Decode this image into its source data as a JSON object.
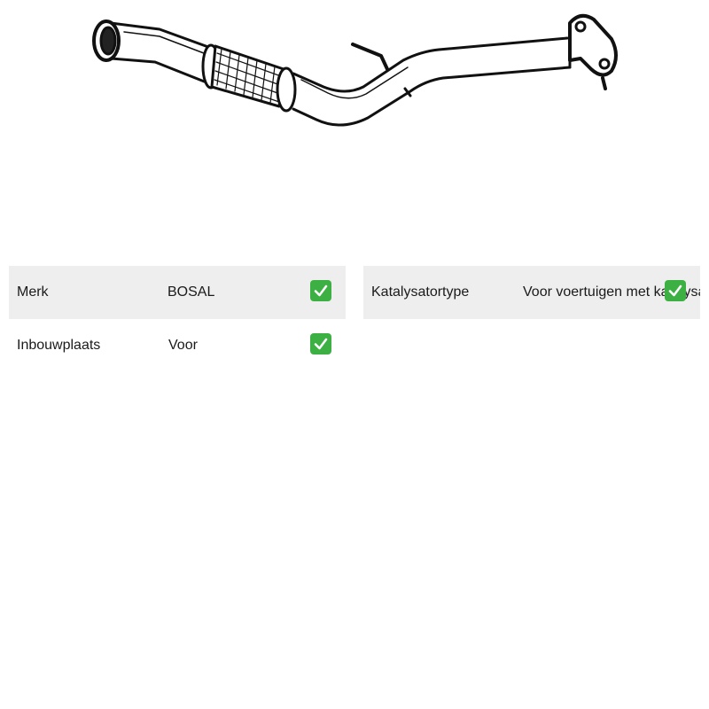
{
  "product": {
    "image_icon": "exhaust-pipe-illustration"
  },
  "specs_left": [
    {
      "label": "Merk",
      "value": "BOSAL",
      "status_icon": "check-icon"
    },
    {
      "label": "Inbouwplaats",
      "value": "Voor",
      "status_icon": "check-icon"
    }
  ],
  "specs_right": [
    {
      "label": "Katalysatortype",
      "value": "Voor voertuigen met katalysator",
      "status_icon": "check-icon"
    }
  ],
  "colors": {
    "row_shade": "#eeeeee",
    "check_green": "#3cb043",
    "text": "#1a1a1a"
  }
}
